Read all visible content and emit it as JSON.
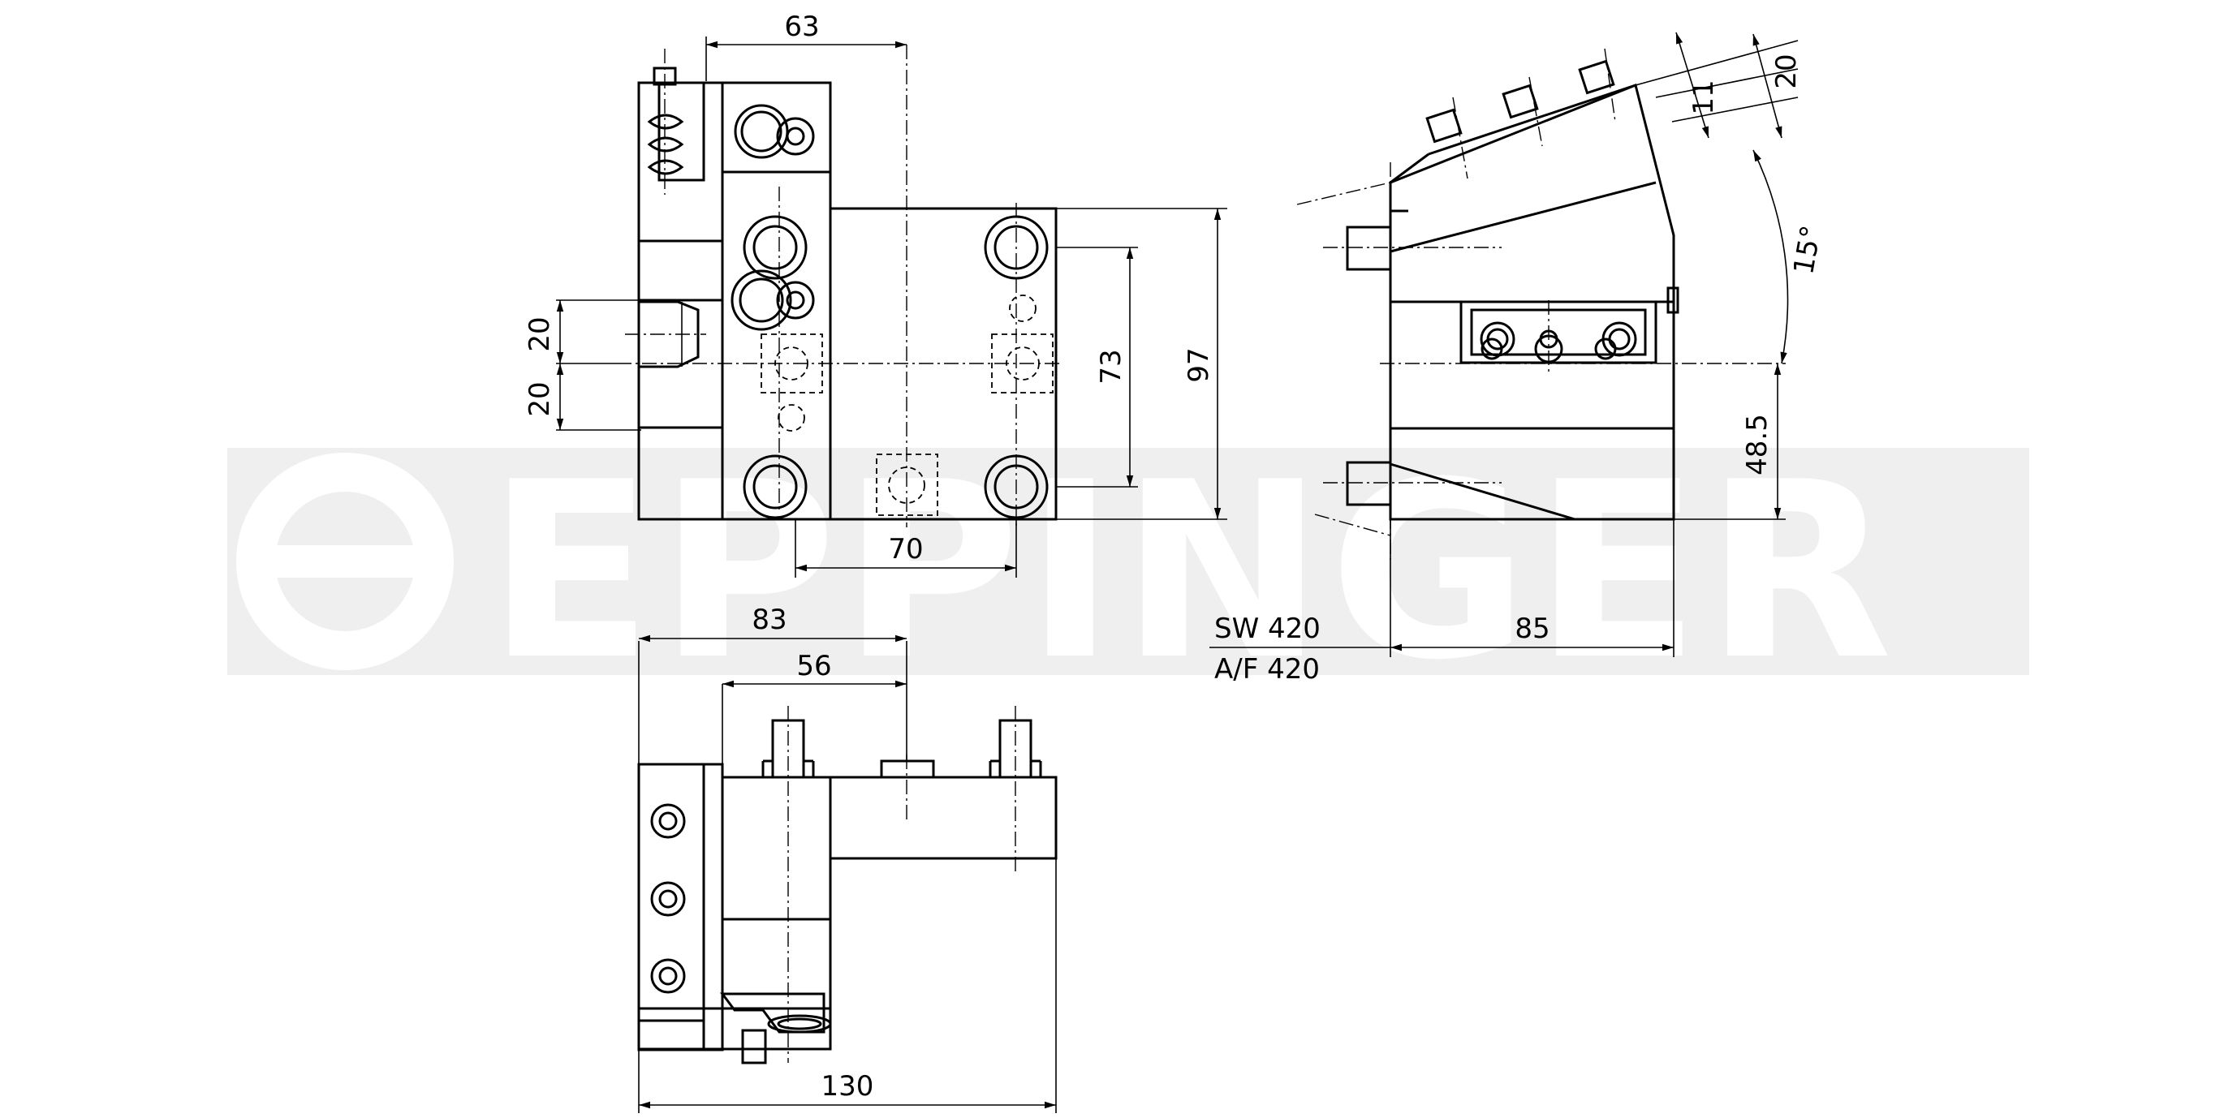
{
  "watermark": {
    "text": "EPPINGER",
    "color": "#eeeeee"
  },
  "front_view": {
    "dim_top_width": "63",
    "dim_left_upper": "20",
    "dim_left_lower": "20",
    "dim_center_height": "73",
    "dim_total_height": "97",
    "dim_bottom_width": "70"
  },
  "side_view": {
    "dim_top_a": "20",
    "dim_top_b": "11",
    "dim_angle": "15°",
    "dim_height": "48.5",
    "dim_width": "85"
  },
  "top_view": {
    "dim_width_a": "83",
    "dim_width_b": "56",
    "dim_total": "130"
  },
  "label": {
    "sw": "SW  420",
    "af": "A/F 420"
  },
  "colors": {
    "line": "#000000",
    "watermark": "#eeeeee",
    "background": "#ffffff"
  }
}
